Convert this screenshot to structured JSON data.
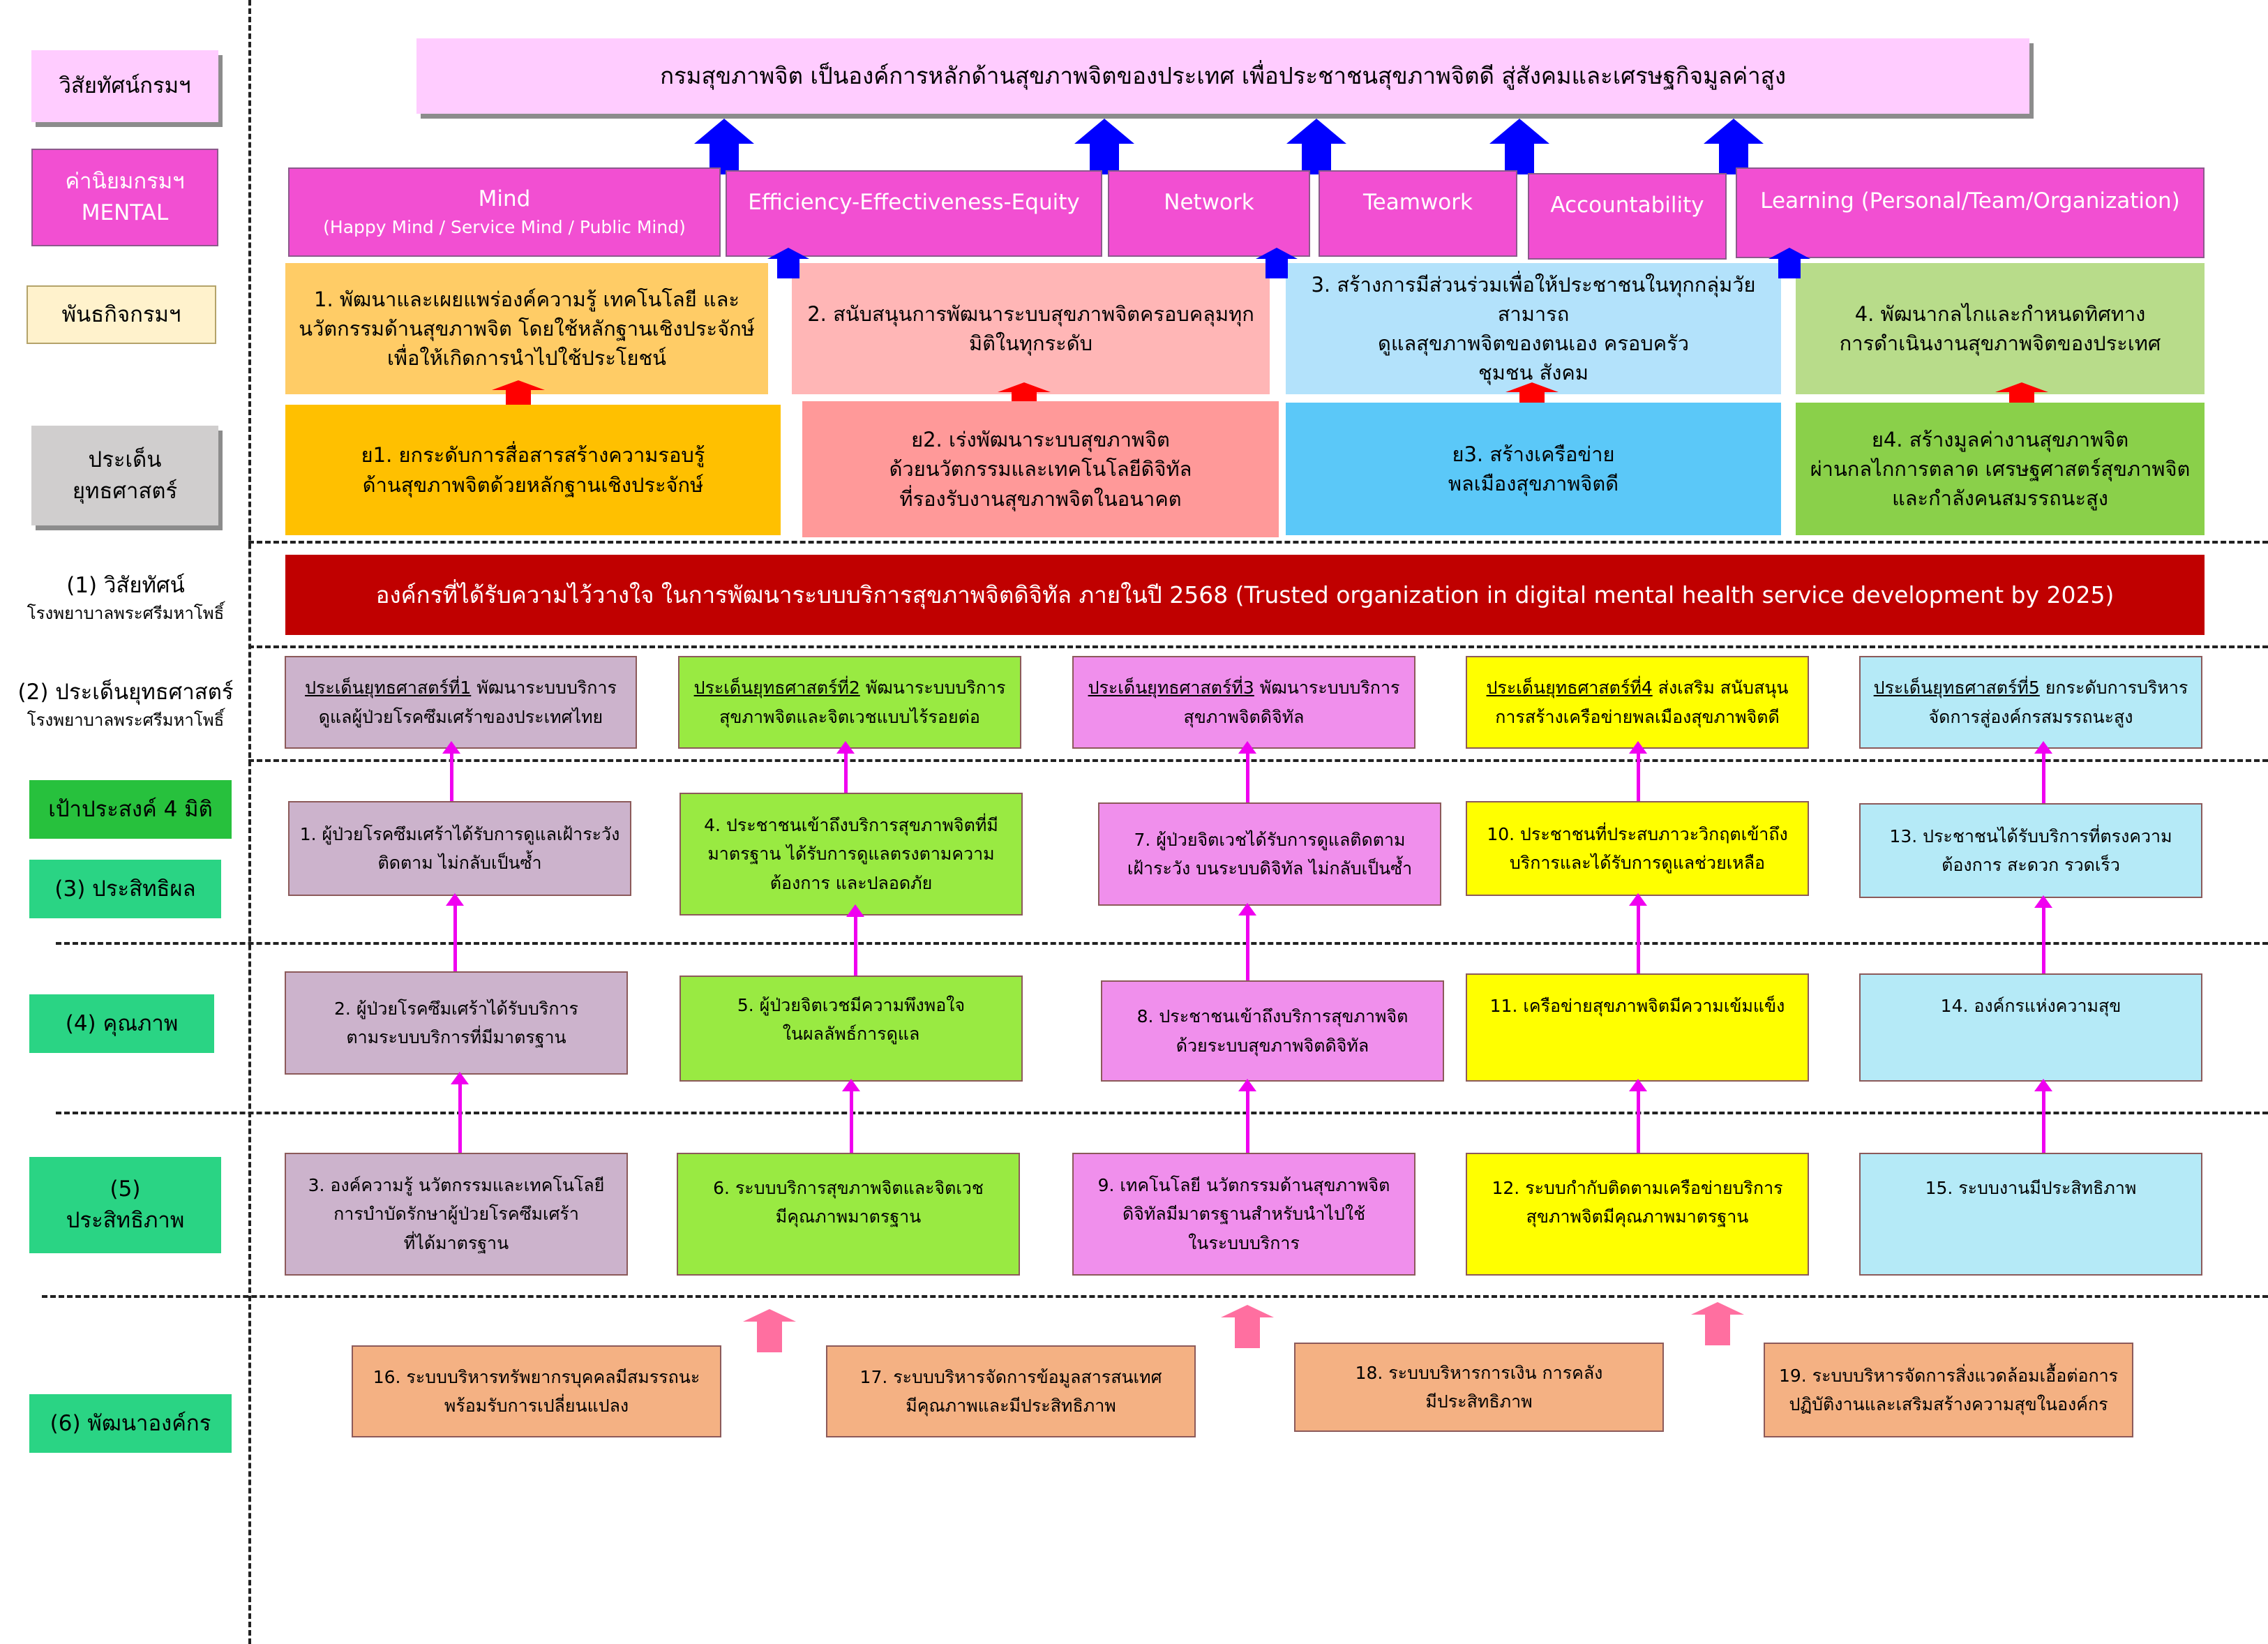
{
  "left_labels": {
    "dept_vision": "วิสัยทัศน์กรมฯ",
    "values_l1": "ค่านิยมกรมฯ",
    "values_l2": "MENTAL",
    "mission": "พันธกิจกรมฯ",
    "issues_l1": "ประเด็น",
    "issues_l2": "ยุทธศาสตร์",
    "row1_l1": "(1) วิสัยทัศน์",
    "row1_l2": "โรงพยาบาลพระศรีมหาโพธิ์",
    "row2_l1": "(2) ประเด็นยุทธศาสตร์",
    "row2_l2": "โรงพยาบาลพระศรีมหาโพธิ์",
    "goal4": "เป้าประสงค์ 4 มิติ",
    "row3": "(3) ประสิทธิผล",
    "row4": "(4) คุณภาพ",
    "row5_l1": "(5)",
    "row5_l2": "ประสิทธิภาพ",
    "row6": "(6) พัฒนาองค์กร"
  },
  "dept_vision": "กรมสุขภาพจิต เป็นองค์การหลักด้านสุขภาพจิตของประเทศ เพื่อประชาชนสุขภาพจิตดี สู่สังคมและเศรษฐกิจมูลค่าสูง",
  "values": [
    {
      "title": "Mind",
      "sub": "(Happy Mind / Service Mind / Public Mind)"
    },
    {
      "title": "Efficiency-Effectiveness-Equity"
    },
    {
      "title": "Network"
    },
    {
      "title": "Teamwork"
    },
    {
      "title": "Accountability"
    },
    {
      "title": "Learning (Personal/Team/Organization)"
    }
  ],
  "missions": [
    {
      "lines": [
        "1. พัฒนาและเผยแพร่องค์ความรู้ เทคโนโลยี และ",
        "นวัตกรรมด้านสุขภาพจิต โดยใช้หลักฐานเชิงประจักษ์",
        "เพื่อให้เกิดการนำไปใช้ประโยชน์"
      ]
    },
    {
      "lines": [
        "2. สนับสนุนการพัฒนาระบบสุขภาพจิตครอบคลุมทุก",
        "มิติในทุกระดับ"
      ]
    },
    {
      "lines": [
        "3. สร้างการมีส่วนร่วมเพื่อให้ประชาชนในทุกกลุ่มวัยสามารถ",
        "ดูแลสุขภาพจิตของตนเอง ครอบครัว",
        "ชุมชน สังคม"
      ]
    },
    {
      "lines": [
        "4. พัฒนากลไกและกำหนดทิศทาง",
        "การดำเนินงานสุขภาพจิตของประเทศ"
      ]
    }
  ],
  "dept_strategies": [
    {
      "lines": [
        "ย1. ยกระดับการสื่อสารสร้างความรอบรู้",
        "ด้านสุขภาพจิตด้วยหลักฐานเชิงประจักษ์"
      ]
    },
    {
      "lines": [
        "ย2. เร่งพัฒนาระบบสุขภาพจิต",
        "ด้วยนวัตกรรมและเทคโนโลยีดิจิทัล",
        "ที่รองรับงานสุขภาพจิตในอนาคต"
      ]
    },
    {
      "lines": [
        "ย3. สร้างเครือข่าย",
        "พลเมืองสุขภาพจิตดี"
      ]
    },
    {
      "lines": [
        "ย4. สร้างมูลค่างานสุขภาพจิต",
        "ผ่านกลไกการตลาด เศรษฐศาสตร์สุขภาพจิต",
        "และกำลังคนสมรรถนะสูง"
      ]
    }
  ],
  "hospital_vision": "องค์กรที่ได้รับความไว้วางใจ ในการพัฒนาระบบบริการสุขภาพจิตดิจิทัล ภายในปี 2568 (Trusted organization in digital mental health service development by 2025)",
  "hospital_strategies": [
    {
      "head": "ประเด็นยุทธศาสตร์ที่1",
      "rest": " พัฒนาระบบบริการ",
      "line2": "ดูแลผู้ป่วยโรคซึมเศร้าของประเทศไทย"
    },
    {
      "head": "ประเด็นยุทธศาสตร์ที่2",
      "rest": " พัฒนาระบบบริการ",
      "line2": "สุขภาพจิตและจิตเวชแบบไร้รอยต่อ"
    },
    {
      "head": "ประเด็นยุทธศาสตร์ที่3",
      "rest": " พัฒนาระบบบริการ",
      "line2": "สุขภาพจิตดิจิทัล"
    },
    {
      "head": "ประเด็นยุทธศาสตร์ที่4",
      "rest": " ส่งเสริม สนับสนุน",
      "line2": "การสร้างเครือข่ายพลเมืองสุขภาพจิตดี"
    },
    {
      "head": "ประเด็นยุทธศาสตร์ที่5",
      "rest": " ยกระดับการบริหาร",
      "line2": "จัดการสู่องค์กรสมรรถนะสูง"
    }
  ],
  "effectiveness": [
    {
      "lines": [
        "1. ผู้ป่วยโรคซึมเศร้าได้รับการดูแลเฝ้าระวัง",
        "ติดตาม ไม่กลับเป็นซ้ำ"
      ]
    },
    {
      "lines": [
        "4. ประชาชนเข้าถึงบริการสุขภาพจิตที่มี",
        "มาตรฐาน ได้รับการดูแลตรงตามความ",
        "ต้องการ และปลอดภัย"
      ]
    },
    {
      "lines": [
        "7. ผู้ป่วยจิตเวชได้รับการดูแลติดตาม",
        "เฝ้าระวัง บนระบบดิจิทัล ไม่กลับเป็นซ้ำ"
      ]
    },
    {
      "lines": [
        "10. ประชาชนที่ประสบภาวะวิกฤตเข้าถึง",
        "บริการและได้รับการดูแลช่วยเหลือ"
      ]
    },
    {
      "lines": [
        "13. ประชาชนได้รับบริการที่ตรงความ",
        "ต้องการ สะดวก รวดเร็ว"
      ]
    }
  ],
  "quality": [
    {
      "lines": [
        "2. ผู้ป่วยโรคซึมเศร้าได้รับบริการ",
        "ตามระบบบริการที่มีมาตรฐาน"
      ]
    },
    {
      "lines": [
        "5. ผู้ป่วยจิตเวชมีความพึงพอใจ",
        "ในผลลัพธ์การดูแล"
      ]
    },
    {
      "lines": [
        "8. ประชาชนเข้าถึงบริการสุขภาพจิต",
        "ด้วยระบบสุขภาพจิตดิจิทัล"
      ]
    },
    {
      "lines": [
        "11. เครือข่ายสุขภาพจิตมีความเข้มแข็ง"
      ]
    },
    {
      "lines": [
        "14. องค์กรแห่งความสุข"
      ]
    }
  ],
  "efficiency": [
    {
      "lines": [
        "3. องค์ความรู้ นวัตกรรมและเทคโนโลยี",
        "การบำบัดรักษาผู้ป่วยโรคซึมเศร้า",
        "ที่ได้มาตรฐาน"
      ]
    },
    {
      "lines": [
        "6. ระบบบริการสุขภาพจิตและจิตเวช",
        "มีคุณภาพมาตรฐาน"
      ]
    },
    {
      "lines": [
        "9. เทคโนโลยี นวัตกรรมด้านสุขภาพจิต",
        "ดิจิทัลมีมาตรฐานสำหรับนำไปใช้",
        "ในระบบบริการ"
      ]
    },
    {
      "lines": [
        "12. ระบบกำกับติดตามเครือข่ายบริการ",
        "สุขภาพจิตมีคุณภาพมาตรฐาน"
      ]
    },
    {
      "lines": [
        "15. ระบบงานมีประสิทธิภาพ"
      ]
    }
  ],
  "org_dev": [
    {
      "lines": [
        "16. ระบบบริหารทรัพยากรบุคคลมีสมรรถนะ",
        "พร้อมรับการเปลี่ยนแปลง"
      ]
    },
    {
      "lines": [
        "17. ระบบบริหารจัดการข้อมูลสารสนเทศ",
        "มีคุณภาพและมีประสิทธิภาพ"
      ]
    },
    {
      "lines": [
        "18. ระบบบริหารการเงิน การคลัง",
        "มีประสิทธิภาพ"
      ]
    },
    {
      "lines": [
        "19. ระบบบริหารจัดการสิ่งแวดล้อมเอื้อต่อการ",
        "ปฏิบัติงานและเสริมสร้างความสุขในองค์กร"
      ]
    }
  ],
  "colors": {
    "vision_bg": "#FFCCFF",
    "values_bg": "#F24FD2",
    "mission_1": "#FFCC66",
    "mission_2": "#FFB6B6",
    "mission_3": "#B3E2FB",
    "mission_4": "#B8DC8A",
    "strategy_1": "#FFC000",
    "strategy_2": "#FF9999",
    "strategy_3": "#5BC8F8",
    "strategy_4": "#8AD04A",
    "hospital_vision_bg": "#C00000",
    "col_1": "#CCB3CC",
    "col_2": "#99EA42",
    "col_3": "#F08FEC",
    "col_4": "#FFFF00",
    "col_5": "#B5EAF7",
    "org_dev_bg": "#F4B183",
    "label_green": "#2AD484",
    "label_dark_green": "#27C13D",
    "arrow_blue": "#0000FF",
    "arrow_red": "#FF0000",
    "arrow_pink": "#FF6FA0",
    "connector": "#F000F0"
  },
  "icons": [
    "up-arrow-icon"
  ]
}
